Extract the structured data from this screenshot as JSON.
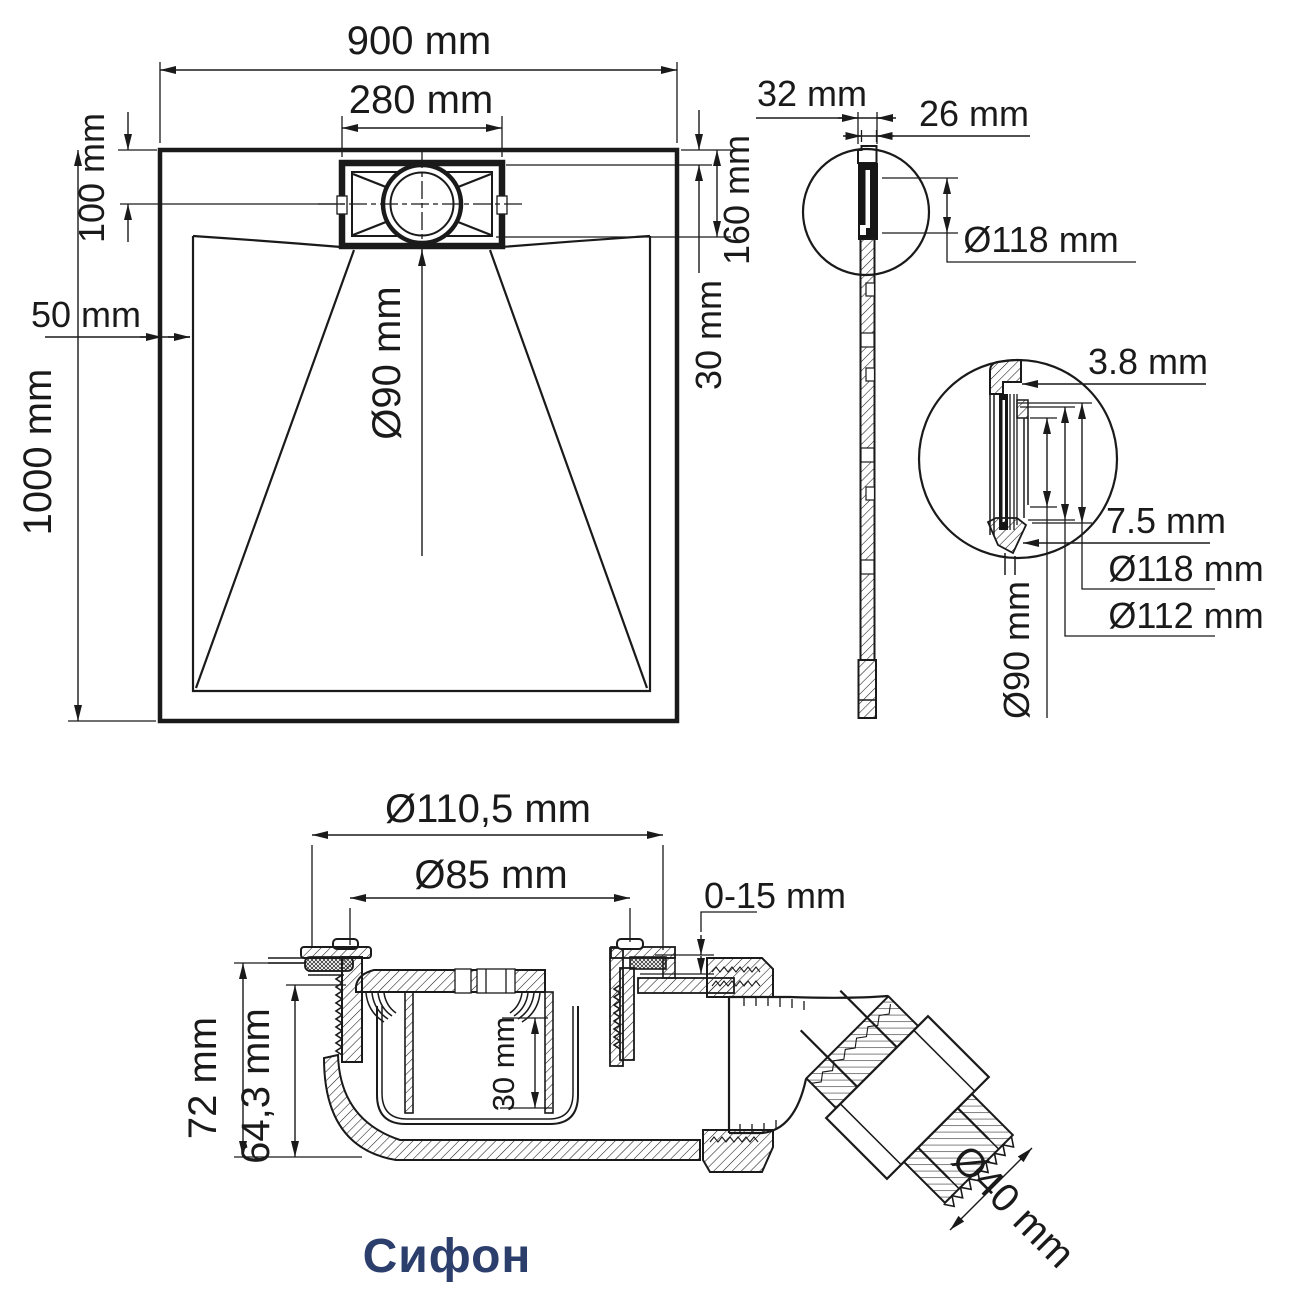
{
  "drawing": {
    "background": "#ffffff",
    "ink_color": "#1a1a1a",
    "caption_color": "#2c3e6b"
  },
  "plan_view": {
    "width": "900 mm",
    "drain_width": "280 mm",
    "drain_center_offset": "100 mm",
    "border": "50 mm",
    "length": "1000 mm",
    "edge_to_drain_top": "30 mm",
    "edge_to_drain_bottom": "160 mm",
    "drain_diameter": "Ø90 mm"
  },
  "side_view": {
    "height_total": "32 mm",
    "height_body": "26 mm",
    "flange_diameter": "Ø118 mm"
  },
  "flange_detail": {
    "lip_thickness": "3.8 mm",
    "edge_height": "7.5 mm",
    "outer_diameter": "Ø118 mm",
    "middle_diameter": "Ø112 mm",
    "inner_diameter": "Ø90 mm"
  },
  "siphon": {
    "caption": "Сифон",
    "top_flange_diameter": "Ø110,5 mm",
    "grate_diameter": "Ø85 mm",
    "adjust_range": "0-15 mm",
    "height_total": "72 mm",
    "height_body": "64,3 mm",
    "water_seal": "30 mm",
    "outlet_diameter": "Ø40 mm"
  }
}
